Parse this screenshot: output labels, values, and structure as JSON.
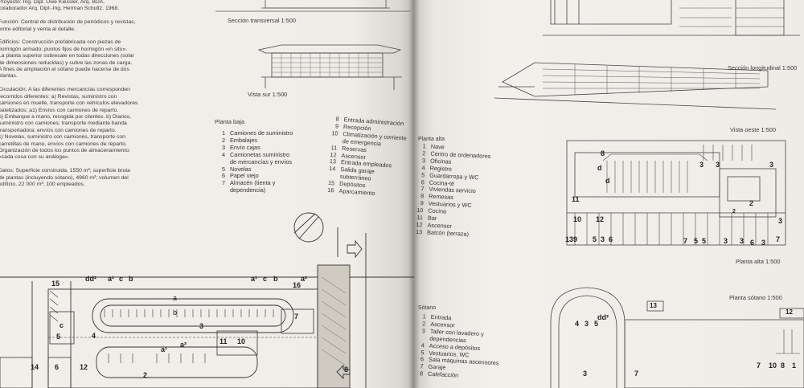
{
  "left_page": {
    "project_text": [
      "Proyecto: Ing. Dipl. Uwe Kiessler, Arq. BDA.",
      "colaborador Arq. Dipl.-Ing. Herman Schultz. 1968.",
      "",
      "Función: Central de distribución de periódicos y revistas,",
      "entre editorial y venta al detalle.",
      "",
      "Edificios: Construcción prefabricada con piezas de",
      "hormigón armado; puntos fijos de hormigón «in situ».",
      "La planta superior sobresale en todas direcciones (solar",
      "de dimensiones reducidas) y cubre las zonas de carga.",
      "A fines de ampliación el sótano puede hacerse de dos",
      "plantas.",
      "",
      "Circulación: A las diferentes mercancías corresponden",
      "recorridos diferentes: a) Revistas, suministro con",
      "camiones en muelle, transporte con vehículos elevadores",
      "paletizados; a1) Envíos con camiones de reparto.",
      "b) Embarque a mano, recogida por clientes. b) Diarios,",
      "suministro con camiones; transporte mediante banda",
      "transportadora; envíos con camiones de reparto.",
      "c) Novelas, suministro con camiones, transporte con",
      "carretillas de mano, envíos con camiones de reparto.",
      "Organización de todos los puntos de almacenamiento:",
      "«cada cosa con su análoga».",
      "",
      "Datos: Superficie construida, 1550 m²; superficie bruta",
      "de plantas (incluyendo sótano), 4960 m²; volumen del",
      "edificio, 22 000 m³; 100 empleados."
    ],
    "captions": {
      "section_transversal": "Sección transversal 1:500",
      "vista_sur": "Vista sur 1:500"
    },
    "planta_baja_title": "Planta baja",
    "planta_baja_items": [
      {
        "n": "1",
        "t": "Camiones de suministro"
      },
      {
        "n": "2",
        "t": "Embalajes"
      },
      {
        "n": "3",
        "t": "Envío cajas"
      },
      {
        "n": "4",
        "t": "Camionetas suministro"
      },
      {
        "n": "",
        "t": "de mercancías y envíos"
      },
      {
        "n": "5",
        "t": "Novelas"
      },
      {
        "n": "6",
        "t": "Papel viejo"
      },
      {
        "n": "7",
        "t": "Almacén (tienta y"
      },
      {
        "n": "",
        "t": "dependencia)"
      }
    ],
    "planta_baja_items_2": [
      {
        "n": "8",
        "t": "Entrada administración"
      },
      {
        "n": "9",
        "t": "Recepción"
      },
      {
        "n": "10",
        "t": "Climatización y corriente"
      },
      {
        "n": "",
        "t": "de emergencia"
      },
      {
        "n": "11",
        "t": "Reservas"
      },
      {
        "n": "12",
        "t": "Ascensor"
      },
      {
        "n": "13",
        "t": "Entrada empleados"
      },
      {
        "n": "14",
        "t": "Salida garaje"
      },
      {
        "n": "",
        "t": "subterráneo"
      },
      {
        "n": "15",
        "t": "Depósitos"
      },
      {
        "n": "16",
        "t": "Aparcamiento"
      }
    ],
    "plan_labels": [
      "15",
      "dd²",
      "a¹",
      "c",
      "b",
      "a¹",
      "c",
      "b",
      "a²",
      "16",
      "a",
      "b",
      "c",
      "5",
      "4",
      "3",
      "a¹",
      "a²",
      "11",
      "10",
      "7",
      "14",
      "6",
      "12",
      "2",
      "8"
    ]
  },
  "right_page": {
    "captions": {
      "seccion_longitudinal": "Sección longitudinal 1:500",
      "vista_oeste": "Vista oeste 1:500",
      "planta_alta": "Planta alta 1:500",
      "planta_sotano": "Planta sótano 1:500"
    },
    "planta_alta_title": "Planta alta",
    "planta_alta_items": [
      {
        "n": "1",
        "t": "Nave"
      },
      {
        "n": "2",
        "t": "Centro de ordenadores"
      },
      {
        "n": "3",
        "t": "Oficinas"
      },
      {
        "n": "4",
        "t": "Registro"
      },
      {
        "n": "5",
        "t": "Guardarropa y WC"
      },
      {
        "n": "6",
        "t": "Cocina-té"
      },
      {
        "n": "7",
        "t": "Viviendas servicio"
      },
      {
        "n": "8",
        "t": "Remesas"
      },
      {
        "n": "9",
        "t": "Vestuarios y WC"
      },
      {
        "n": "10",
        "t": "Cocina"
      },
      {
        "n": "11",
        "t": "Bar"
      },
      {
        "n": "12",
        "t": "Ascensor"
      },
      {
        "n": "13",
        "t": "Balcón (terraza)"
      }
    ],
    "sotano_title": "Sótano",
    "sotano_items": [
      {
        "n": "1",
        "t": "Entrada"
      },
      {
        "n": "2",
        "t": "Ascensor"
      },
      {
        "n": "3",
        "t": "Taller con lavadero y"
      },
      {
        "n": "",
        "t": "dependencias"
      },
      {
        "n": "4",
        "t": "Acceso a depósitos"
      },
      {
        "n": "5",
        "t": "Vestuarios, WC"
      },
      {
        "n": "6",
        "t": "Sala máquinas ascensores"
      },
      {
        "n": "7",
        "t": "Garaje"
      },
      {
        "n": "8",
        "t": "Calefacción"
      }
    ],
    "alta_labels": [
      "8",
      "d",
      "d",
      "11",
      "10",
      "12",
      "3",
      "3",
      "3",
      "2",
      "3",
      "2",
      "13",
      "9",
      "5",
      "3",
      "6",
      "7",
      "5",
      "5",
      "3",
      "3",
      "6",
      "3",
      "7"
    ],
    "sotano_labels": [
      "dd²",
      "4",
      "3",
      "5",
      "13",
      "12",
      "3",
      "7",
      "7",
      "10",
      "8",
      "1"
    ]
  }
}
